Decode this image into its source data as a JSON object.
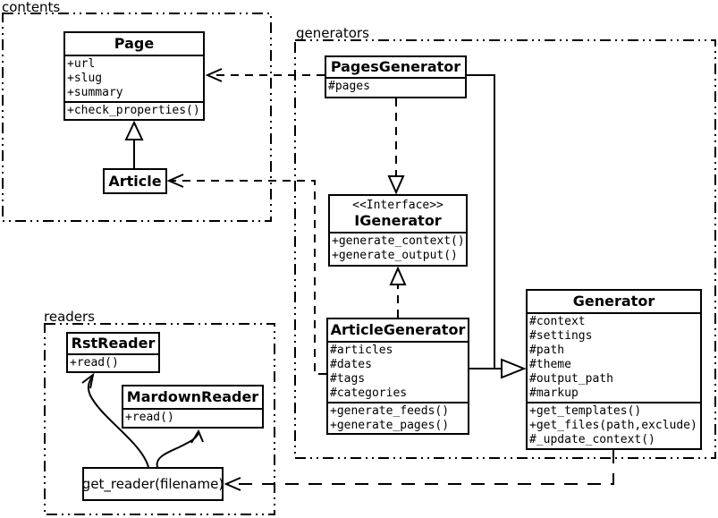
{
  "colors": {
    "line": "#000000",
    "background": "#ffffff"
  },
  "packages": {
    "contents": {
      "label": "contents"
    },
    "generators": {
      "label": "generators"
    },
    "readers": {
      "label": "readers"
    }
  },
  "classes": {
    "page": {
      "name": "Page",
      "attributes": [
        "+url",
        "+slug",
        "+summary"
      ],
      "methods": [
        "+check_properties()"
      ]
    },
    "article": {
      "name": "Article"
    },
    "pages_generator": {
      "name": "PagesGenerator",
      "attributes": [
        "#pages"
      ]
    },
    "igenerator": {
      "stereotype": "<<Interface>>",
      "name": "IGenerator",
      "methods": [
        "+generate_context()",
        "+generate_output()"
      ]
    },
    "article_generator": {
      "name": "ArticleGenerator",
      "attributes": [
        "#articles",
        "#dates",
        "#tags",
        "#categories"
      ],
      "methods": [
        "+generate_feeds()",
        "+generate_pages()"
      ]
    },
    "generator": {
      "name": "Generator",
      "attributes": [
        "#context",
        "#settings",
        "#path",
        "#theme",
        "#output_path",
        "#markup"
      ],
      "methods": [
        "+get_templates()",
        "+get_files(path,exclude)",
        "#_update_context()"
      ]
    },
    "rst_reader": {
      "name": "RstReader",
      "methods": [
        "+read()"
      ]
    },
    "mardown_reader": {
      "name": "MardownReader",
      "methods": [
        "+read()"
      ]
    }
  },
  "functions": {
    "get_reader": {
      "label": "get_reader(filename)"
    }
  },
  "relationships": [
    {
      "from": "Article",
      "to": "Page",
      "type": "generalization"
    },
    {
      "from": "PagesGenerator",
      "to": "Page",
      "type": "dependency"
    },
    {
      "from": "ArticleGenerator",
      "to": "Article",
      "type": "dependency"
    },
    {
      "from": "PagesGenerator",
      "to": "IGenerator",
      "type": "realization"
    },
    {
      "from": "ArticleGenerator",
      "to": "IGenerator",
      "type": "realization"
    },
    {
      "from": "PagesGenerator",
      "to": "Generator",
      "type": "generalization"
    },
    {
      "from": "ArticleGenerator",
      "to": "Generator",
      "type": "generalization"
    },
    {
      "from": "Generator",
      "to": "get_reader(filename)",
      "type": "dependency"
    },
    {
      "from": "get_reader(filename)",
      "to": "RstReader",
      "type": "arrow"
    },
    {
      "from": "get_reader(filename)",
      "to": "MardownReader",
      "type": "arrow"
    }
  ]
}
